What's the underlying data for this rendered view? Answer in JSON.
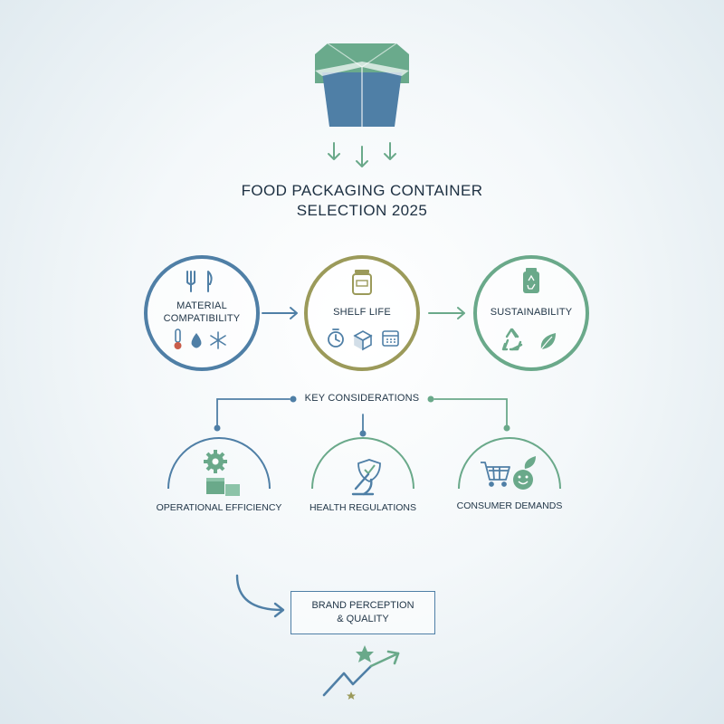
{
  "title": {
    "line1": "FOOD PACKAGING CONTAINER",
    "line2": "SELECTION 2025"
  },
  "stages": [
    {
      "label_line1": "MATERIAL",
      "label_line2": "COMPATIBILITY",
      "color": "#4f7fa6",
      "icons": [
        "fork-knife-icon",
        "thermometer-icon",
        "water-drop-icon",
        "snowflake-icon"
      ]
    },
    {
      "label": "SHELF LIFE",
      "color": "#9b9a5a",
      "icons": [
        "jar-icon",
        "timer-icon",
        "box-icon",
        "calendar-icon"
      ]
    },
    {
      "label": "SUSTAINABILITY",
      "color": "#6aa98a",
      "icons": [
        "recycle-bag-icon",
        "recycle-icon",
        "leaf-icon"
      ]
    }
  ],
  "key_considerations": {
    "label": "KEY CONSIDERATIONS",
    "items": [
      {
        "label": "OPERATIONAL EFFICIENCY",
        "color": "#4f7fa6",
        "icons": [
          "gear-icon",
          "boxes-icon"
        ]
      },
      {
        "label": "HEALTH REGULATIONS",
        "color": "#6aa98a",
        "icons": [
          "shield-icon",
          "microscope-icon"
        ]
      },
      {
        "label": "CONSUMER DEMANDS",
        "color": "#6aa98a",
        "icons": [
          "shopping-cart-icon",
          "smiley-leaf-icon"
        ]
      }
    ]
  },
  "outcome": {
    "line1": "BRAND PERCEPTION",
    "line2": "& QUALITY"
  },
  "colors": {
    "blue": "#4f7fa6",
    "olive": "#9b9a5a",
    "green": "#6aa98a",
    "text": "#1f3446"
  }
}
